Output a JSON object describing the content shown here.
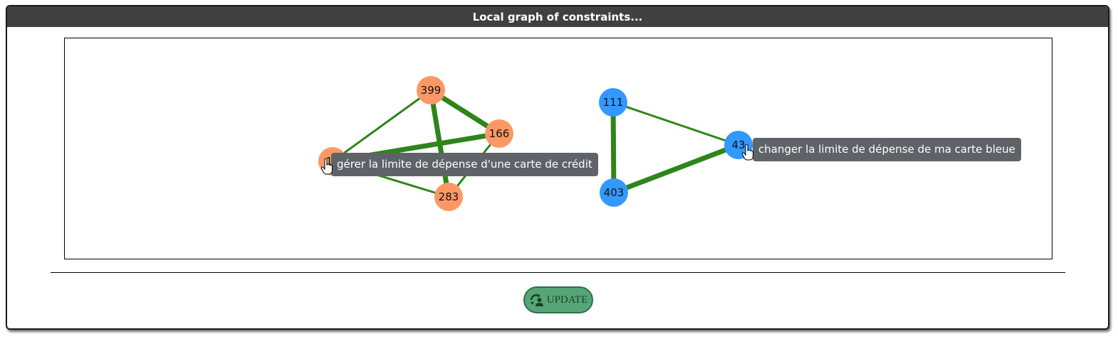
{
  "dialog": {
    "title": "Local graph of constraints..."
  },
  "graph": {
    "edge_color": "#2e8519",
    "clusters": [
      {
        "color": "#fc9866",
        "nodes": [
          {
            "id": "n399",
            "label": "399"
          },
          {
            "id": "n166",
            "label": "166"
          },
          {
            "id": "n19",
            "label": "19"
          },
          {
            "id": "n283",
            "label": "283"
          }
        ],
        "edges": [
          {
            "from": "n399",
            "to": "n166",
            "weight": "heavy"
          },
          {
            "from": "n399",
            "to": "n19",
            "weight": "light"
          },
          {
            "from": "n399",
            "to": "n283",
            "weight": "heavy"
          },
          {
            "from": "n19",
            "to": "n166",
            "weight": "heavy"
          },
          {
            "from": "n19",
            "to": "n283",
            "weight": "light"
          },
          {
            "from": "n166",
            "to": "n283",
            "weight": "light"
          }
        ],
        "tooltip": "gérer la limite de dépense d'une carte de crédit"
      },
      {
        "color": "#3399ff",
        "nodes": [
          {
            "id": "n111",
            "label": "111"
          },
          {
            "id": "n43",
            "label": "43"
          },
          {
            "id": "n403",
            "label": "403"
          }
        ],
        "edges": [
          {
            "from": "n111",
            "to": "n43",
            "weight": "light"
          },
          {
            "from": "n111",
            "to": "n403",
            "weight": "heavy"
          },
          {
            "from": "n403",
            "to": "n43",
            "weight": "heavy"
          }
        ],
        "tooltip": "changer la limite de dépense de ma carte bleue"
      }
    ]
  },
  "toolbar": {
    "update_label": "UPDATE",
    "update_icon": "refresh-user-icon"
  }
}
